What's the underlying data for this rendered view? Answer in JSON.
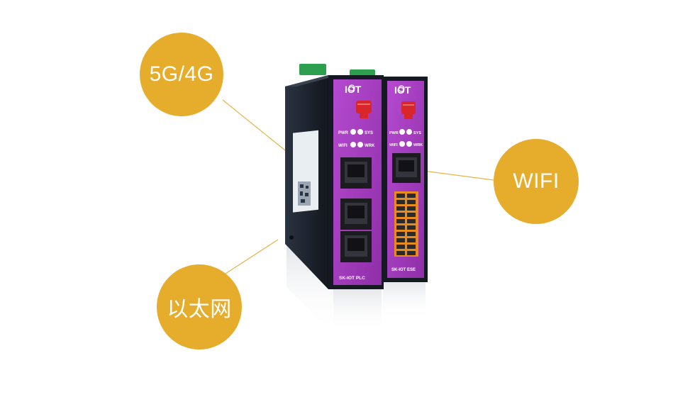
{
  "colors": {
    "bubble": "#E6AC2C",
    "leader_line": "#E6B54A",
    "device_body": "#1E2530",
    "device_face": "#A33FBE",
    "antenna": "#D8262B",
    "terminal_green": "#2E9E4F",
    "terminal_orange": "#E88A1C"
  },
  "labels": {
    "cellular": "5G/4G",
    "wifi": "WIFI",
    "ethernet": "以太网"
  },
  "device": {
    "left_unit": {
      "brand": "IOT",
      "led_labels": [
        "PWR",
        "SYS",
        "WIFI",
        "WRK"
      ],
      "model": "SK-IOT PLC"
    },
    "right_unit": {
      "brand": "IOT",
      "led_labels": [
        "PWR",
        "SYS",
        "WIFI",
        "WRK"
      ],
      "model": "SK-IOT ESE"
    }
  }
}
